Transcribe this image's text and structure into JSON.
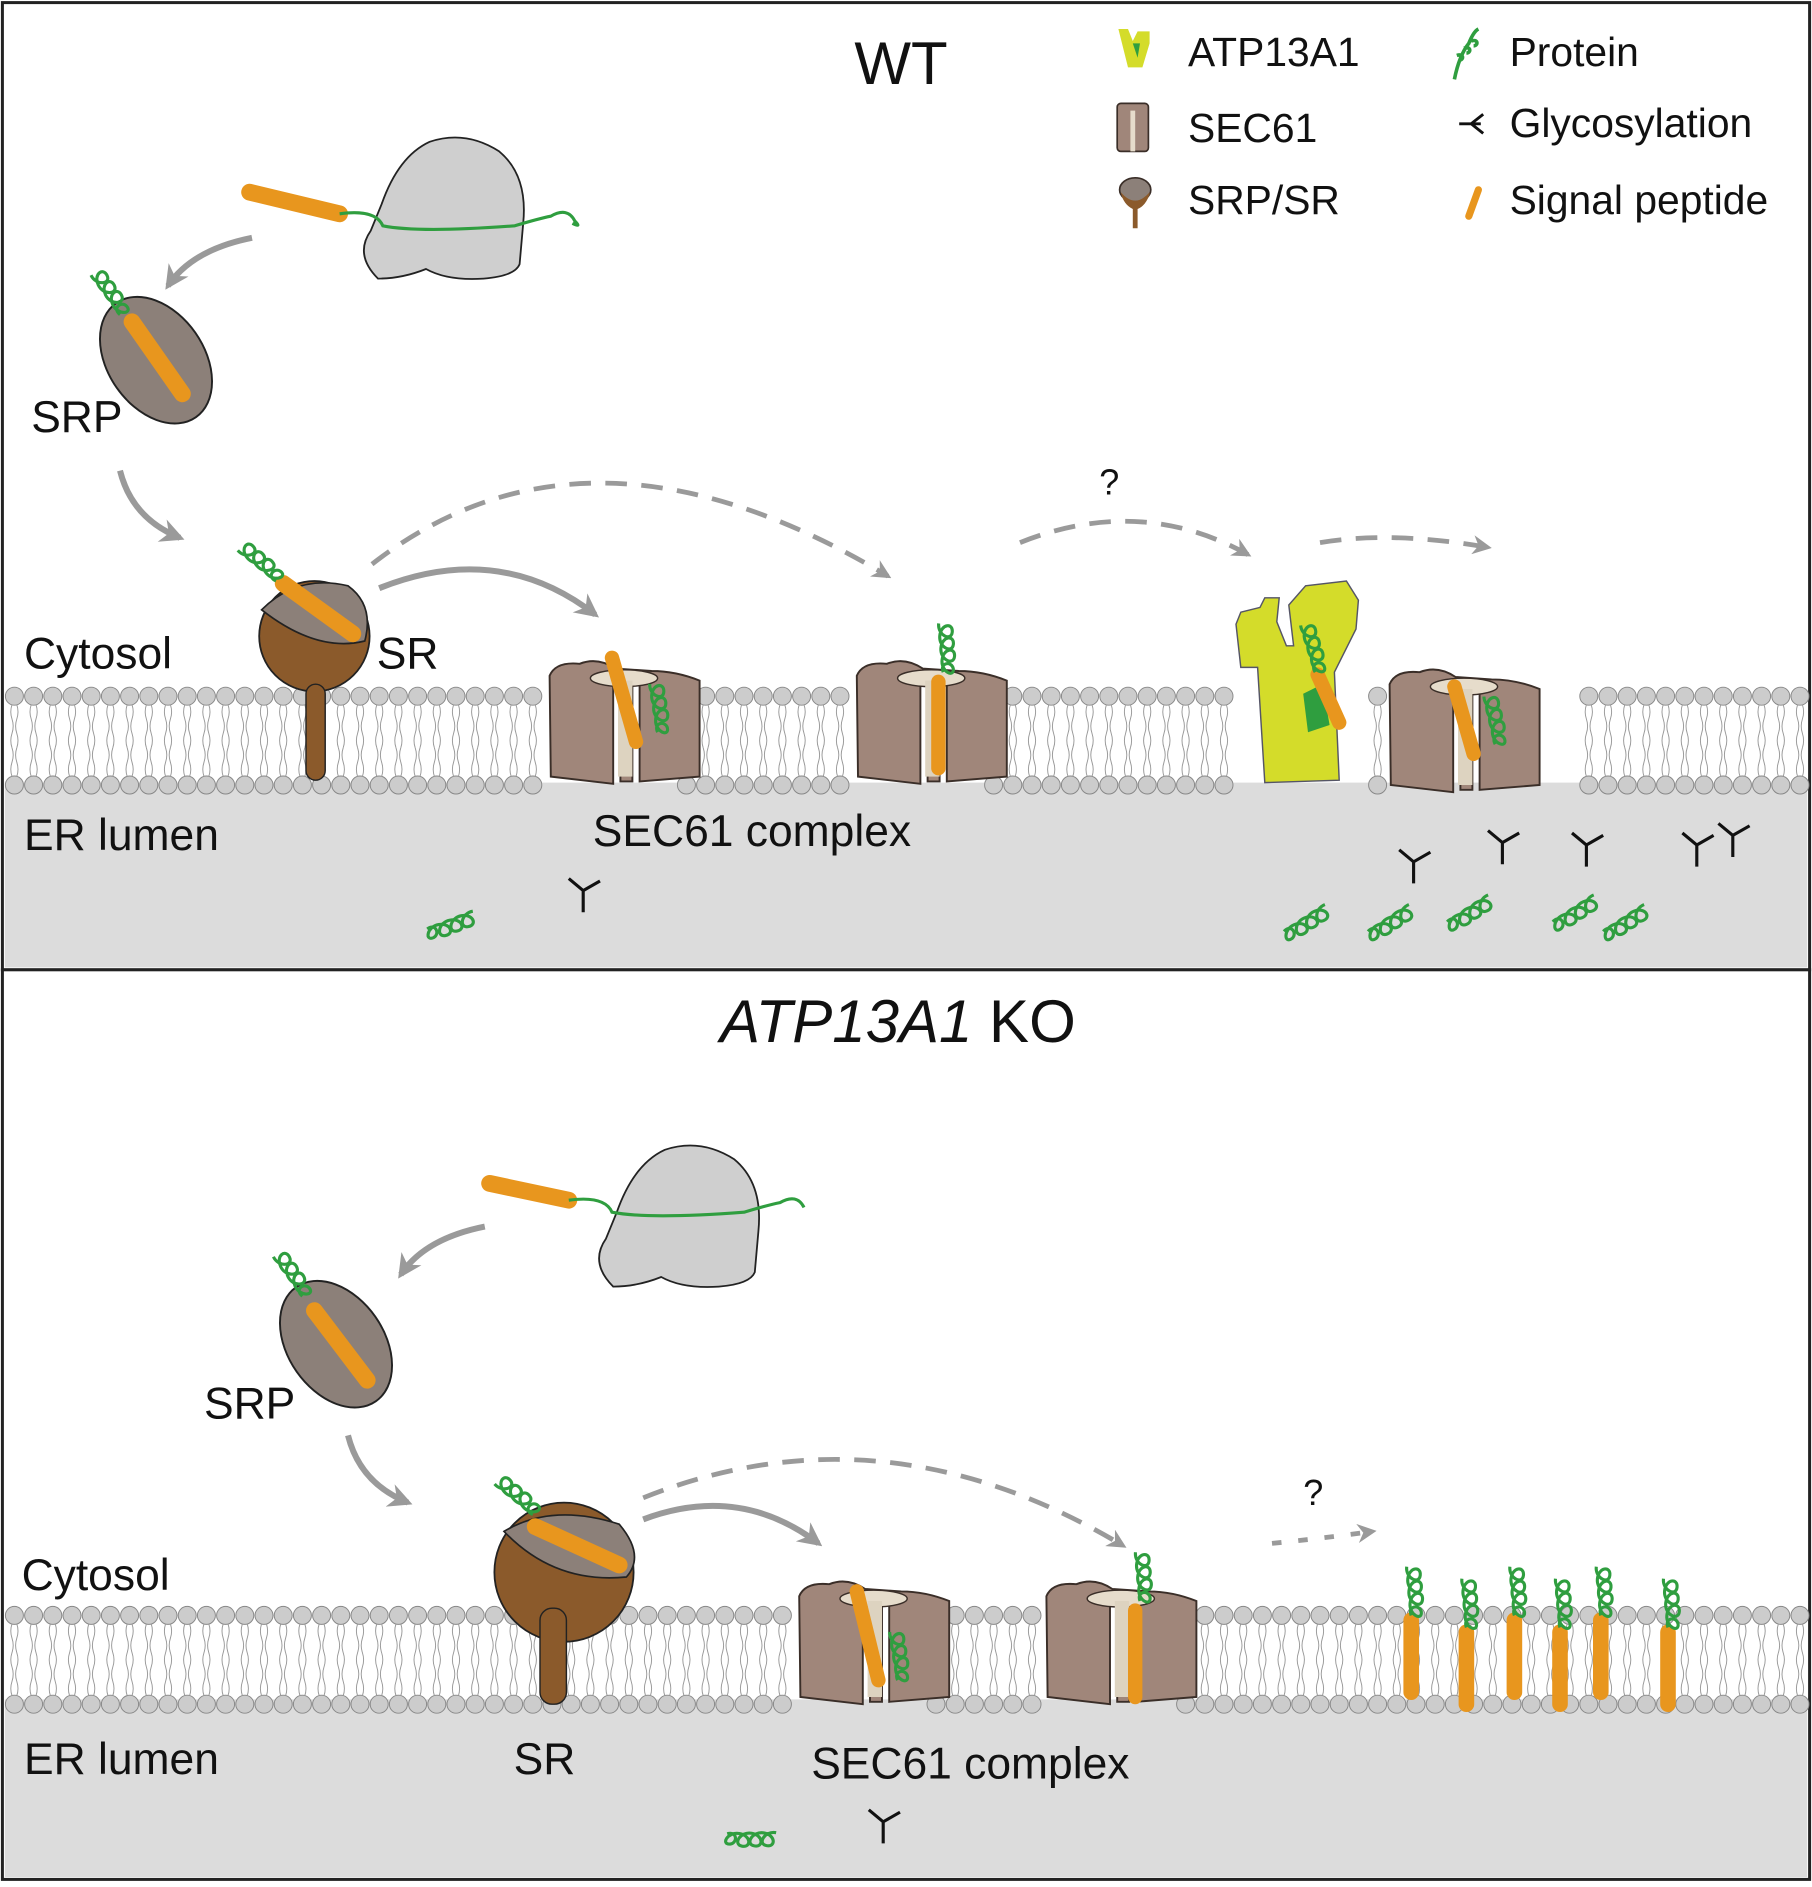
{
  "figure": {
    "panels": [
      {
        "id": "wt",
        "title": "WT",
        "title_italic_part": "",
        "labels": {
          "srp": "SRP",
          "sr": "SR",
          "cytosol": "Cytosol",
          "er_lumen": "ER lumen",
          "sec61_complex": "SEC61 complex",
          "question": "?"
        }
      },
      {
        "id": "ko",
        "title": "KO",
        "title_italic_part": "ATP13A1",
        "labels": {
          "srp": "SRP",
          "sr": "SR",
          "cytosol": "Cytosol",
          "er_lumen": "ER lumen",
          "sec61_complex": "SEC61 complex",
          "question": "?"
        }
      }
    ],
    "legend": [
      {
        "icon": "atp13a1-icon",
        "label": "ATP13A1"
      },
      {
        "icon": "sec61-icon",
        "label": "SEC61"
      },
      {
        "icon": "srp-sr-icon",
        "label": "SRP/SR"
      },
      {
        "icon": "protein-icon",
        "label": "Protein"
      },
      {
        "icon": "glycosylation-icon",
        "label": "Glycosylation"
      },
      {
        "icon": "signal-peptide-icon",
        "label": "Signal peptide"
      }
    ],
    "colors": {
      "protein": "#2f9e3f",
      "signal_peptide": "#e8961e",
      "atp13a1": "#d4dc2a",
      "sec61": "#a0867a",
      "srp_body": "#8c8079",
      "sr": "#8b5a2b",
      "ribosome": "#cfcfcf",
      "lumen": "#dcdcdc",
      "lipid_head": "#cccccc",
      "arrow": "#9a9a9a"
    }
  }
}
